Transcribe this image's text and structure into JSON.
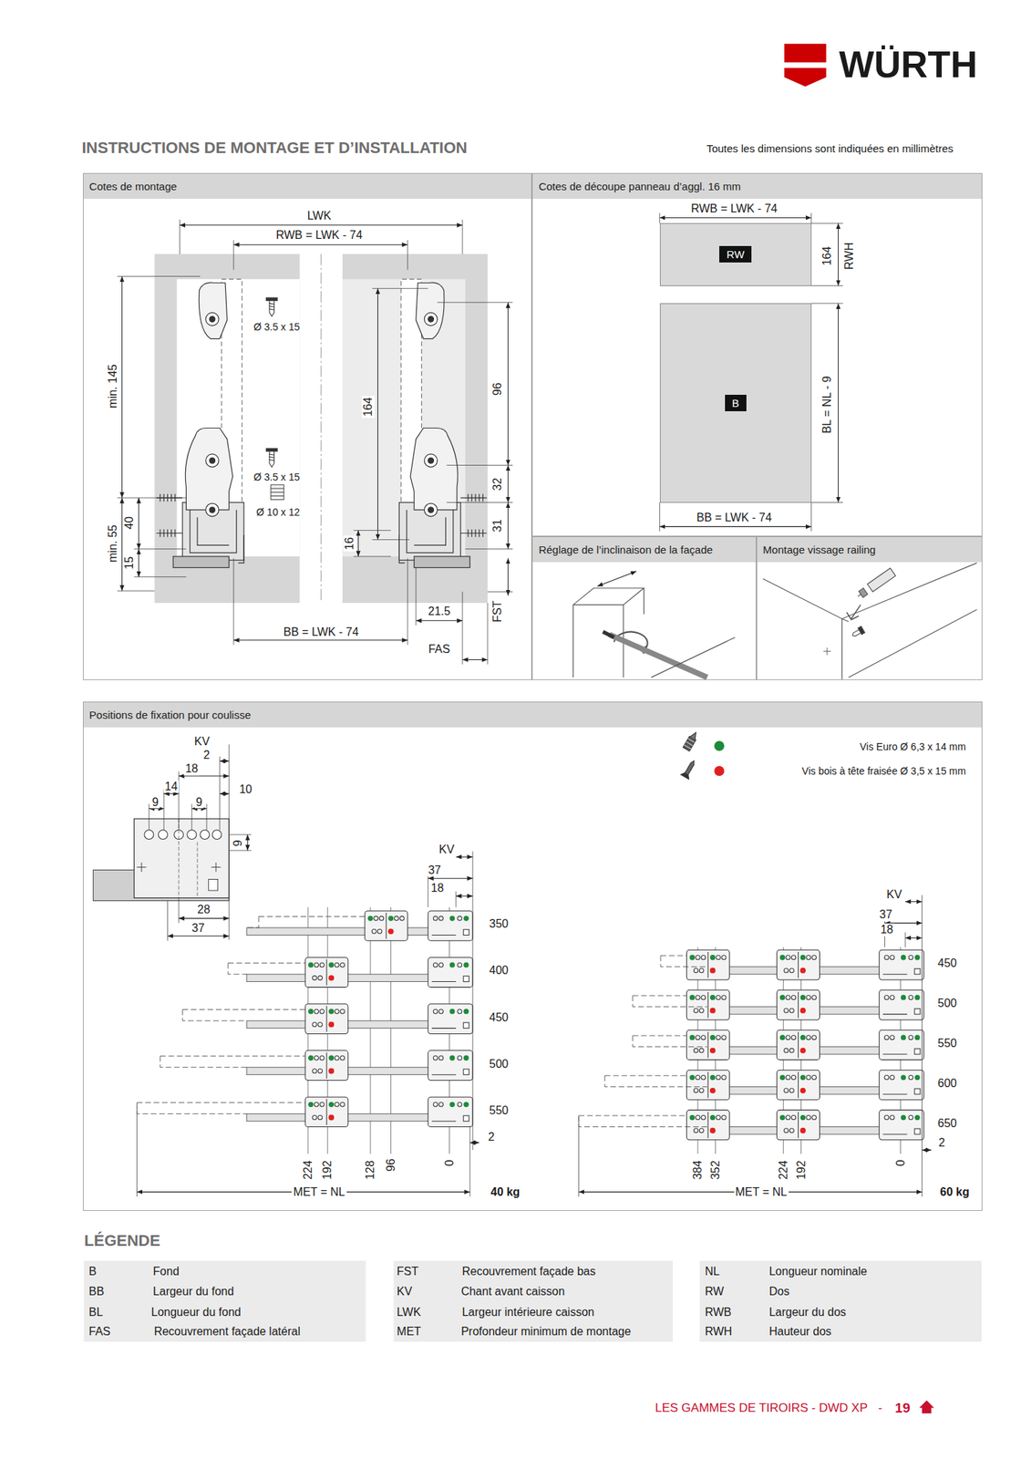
{
  "diagram": {
    "title": "INSTRUCTIONS DE MONTAGE ET D’INSTALLATION",
    "nodes": [
      {
        "text": [
          "Cotes de montage"
        ]
      },
      {
        "text": [
          "Cotes de découpe panneau d’aggl. 16 mm"
        ]
      },
      {
        "text": [
          "RW"
        ],
        "in": 1
      },
      {
        "text": [
          "B"
        ],
        "in": 1
      },
      {
        "text": [
          "Réglage de l’inclinaison de la façade"
        ]
      },
      {
        "text": [
          "Montage vissage railing"
        ]
      },
      {
        "text": [
          "Positions de fixation pour coulisse"
        ]
      }
    ],
    "labels": [
      "WÜRTH",
      "Toutes les dimensions sont indiquées en millimètres",
      "LWK",
      "RWB = LWK - 74",
      "Ø 3.5 x 15",
      "min. 145",
      "164",
      "96",
      "Ø 3.5 x 15",
      "32",
      "Ø 10 x 12",
      "min. 55",
      "40",
      "31",
      "16",
      "15",
      "21.5",
      "FST",
      "BB = LWK - 74",
      "FAS",
      "RWB = LWK - 74",
      "164",
      "RWH",
      "BL = NL - 9",
      "BB = LWK - 74",
      "KV",
      "2",
      "18",
      "14",
      "10",
      "9",
      "9",
      "9",
      "28",
      "37",
      "KV",
      "37",
      "18",
      "350",
      "400",
      "450",
      "500",
      "550",
      "2",
      "224",
      "192",
      "128",
      "96",
      "0",
      "MET = NL",
      "40 kg",
      "KV",
      "37",
      "18",
      "450",
      "500",
      "550",
      "600",
      "650",
      "2",
      "384",
      "352",
      "224",
      "192",
      "0",
      "MET = NL",
      "60 kg",
      "LÉGENDE",
      "B",
      "Fond",
      "BB",
      "Largeur du fond",
      "BL",
      "Longueur du fond",
      "FAS",
      "Recouvrement façade latéral",
      "FST",
      "Recouvrement façade bas",
      "KV",
      "Chant avant caisson",
      "LWK",
      "Largeur intérieure caisson",
      "MET",
      "Profondeur minimum de montage",
      "NL",
      "Longueur nominale",
      "RW",
      "Dos",
      "RWB",
      "Largeur du dos",
      "RWH",
      "Hauteur dos",
      "LES GAMMES DE TIROIRS - DWD XP",
      "-",
      "19"
    ],
    "legend": [
      {
        "text": "Vis Euro Ø 6,3 x 14 mm",
        "color": "#1e8a3a"
      },
      {
        "text": "Vis bois à tête fraisée Ø 3,5 x 15 mm",
        "color": "#e02020"
      }
    ]
  }
}
